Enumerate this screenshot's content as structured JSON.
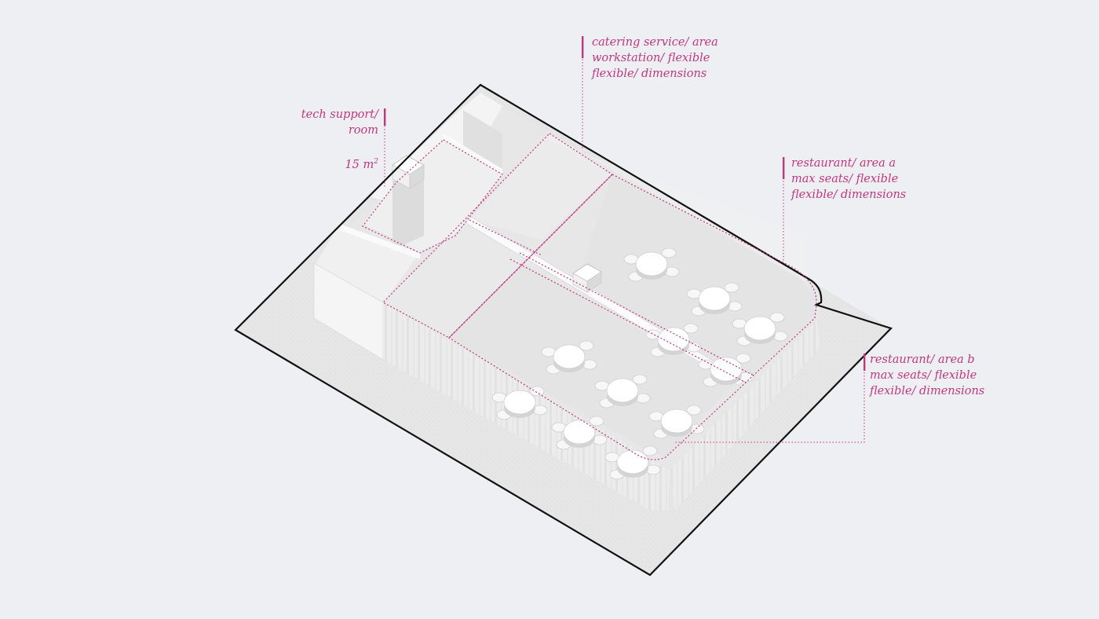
{
  "colors": {
    "background": "#eeeff2",
    "accent": "#c2377f",
    "outline": "#111111",
    "floor": "#e4e4e4",
    "wall": "#f2f2f2",
    "wall_shade": "#d6d6d6",
    "furniture": "#ffffff"
  },
  "annotations": {
    "tech_support": {
      "lines": [
        "tech support/",
        "room"
      ],
      "area_value": "15 m",
      "area_sup": "2"
    },
    "catering": {
      "lines": [
        "catering service/ area",
        "workstation/ flexible",
        "flexible/ dimensions"
      ]
    },
    "restaurant_a": {
      "lines": [
        "restaurant/ area a",
        "max seats/  flexible",
        "flexible/ dimensions"
      ]
    },
    "restaurant_b": {
      "lines": [
        "restaurant/ area b",
        "max seats/  flexible",
        "flexible/ dimensions"
      ]
    }
  }
}
